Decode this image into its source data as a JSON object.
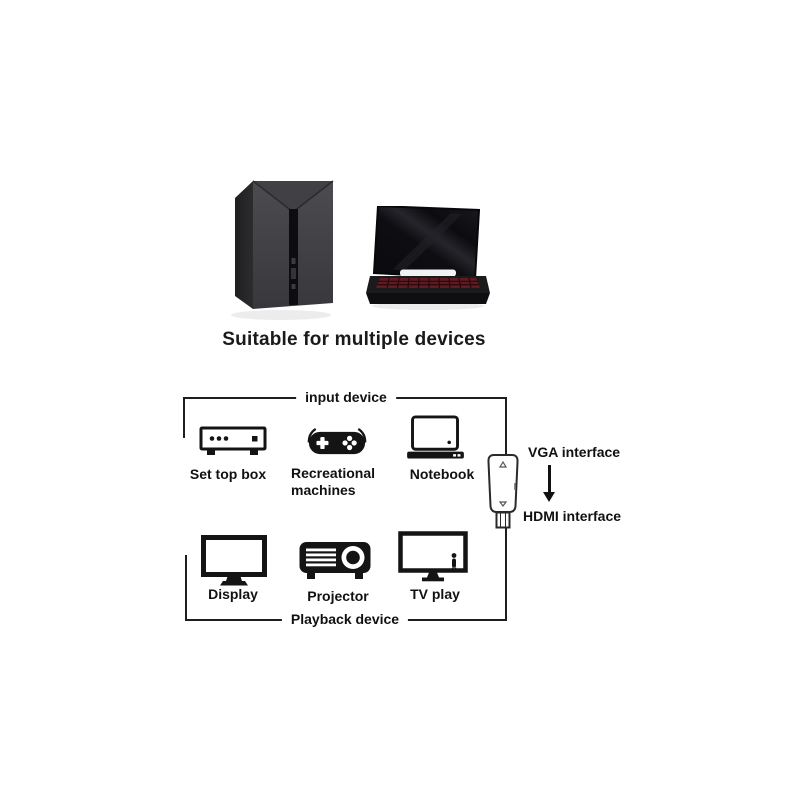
{
  "colors": {
    "bg": "#ffffff",
    "line": "#1e1e1e",
    "ink": "#111111",
    "icon": "#141414",
    "tower-front": "#47474b",
    "tower-side": "#27272a",
    "laptop-keyboard": "#5f1b22"
  },
  "hero": {
    "caption": "Suitable for multiple devices",
    "images": [
      {
        "name": "desktop-tower"
      },
      {
        "name": "gaming-laptop"
      }
    ]
  },
  "diagram": {
    "input_group": {
      "label": "input device",
      "devices": [
        {
          "icon": "set-top-box-icon",
          "label": "Set top box"
        },
        {
          "icon": "game-controller-icon",
          "label": "Recreational machines"
        },
        {
          "icon": "notebook-icon",
          "label": "Notebook"
        }
      ]
    },
    "adapter": {
      "icon": "vga-hdmi-adapter-icon",
      "from_label": "VGA interface",
      "to_label": "HDMI interface",
      "arrow": "down-arrow"
    },
    "playback_group": {
      "label": "Playback device",
      "devices": [
        {
          "icon": "display-icon",
          "label": "Display"
        },
        {
          "icon": "projector-icon",
          "label": "Projector"
        },
        {
          "icon": "tv-icon",
          "label": "TV play"
        }
      ]
    }
  }
}
